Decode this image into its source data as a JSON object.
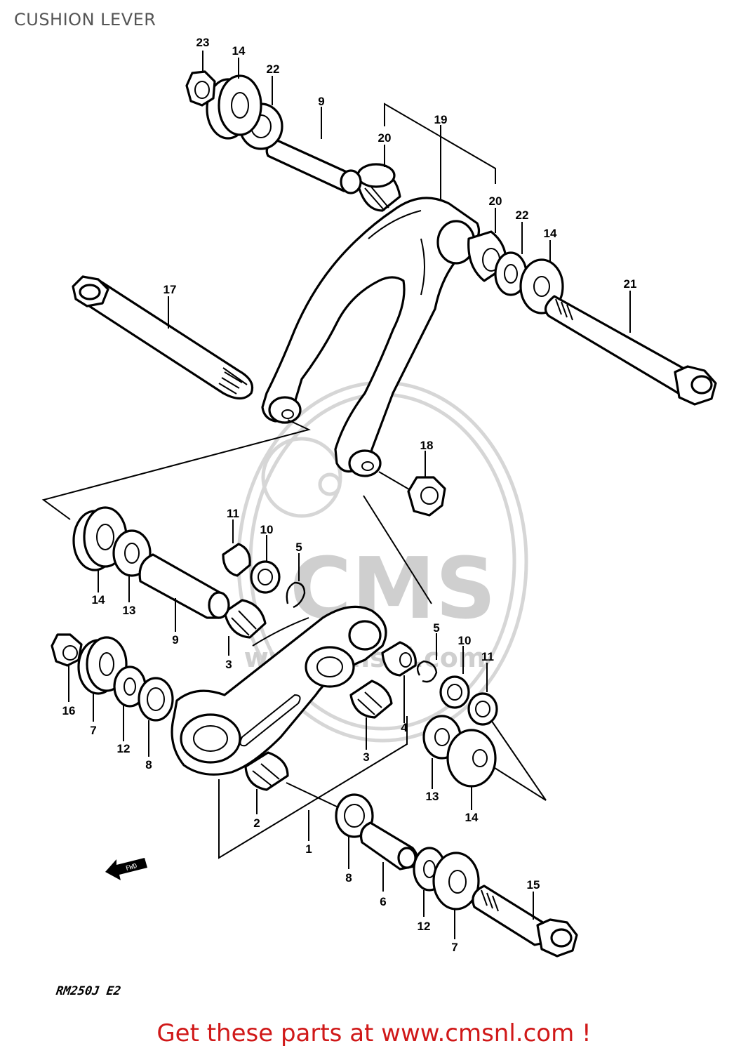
{
  "title": "CUSHION LEVER",
  "model_code": "RM250J E2",
  "cta": "Get these parts at www.cmsnl.com !",
  "watermark": {
    "brand": "CMS",
    "url": "www.cmsnl.com"
  },
  "fwd_arrow": "FWD",
  "colors": {
    "cta": "#d01818",
    "title": "#555555",
    "watermark": "#d6d6d6"
  },
  "callouts": [
    {
      "id": "c23",
      "text": "23"
    },
    {
      "id": "c14a",
      "text": "14"
    },
    {
      "id": "c22a",
      "text": "22"
    },
    {
      "id": "c9a",
      "text": "9"
    },
    {
      "id": "c20a",
      "text": "20"
    },
    {
      "id": "c19",
      "text": "19"
    },
    {
      "id": "c20b",
      "text": "20"
    },
    {
      "id": "c22b",
      "text": "22"
    },
    {
      "id": "c14b",
      "text": "14"
    },
    {
      "id": "c21",
      "text": "21"
    },
    {
      "id": "c17",
      "text": "17"
    },
    {
      "id": "c18",
      "text": "18"
    },
    {
      "id": "c11a",
      "text": "11"
    },
    {
      "id": "c10a",
      "text": "10"
    },
    {
      "id": "c5a",
      "text": "5"
    },
    {
      "id": "c14c",
      "text": "14"
    },
    {
      "id": "c13a",
      "text": "13"
    },
    {
      "id": "c9b",
      "text": "9"
    },
    {
      "id": "c3a",
      "text": "3"
    },
    {
      "id": "c5b",
      "text": "5"
    },
    {
      "id": "c10b",
      "text": "10"
    },
    {
      "id": "c11b",
      "text": "11"
    },
    {
      "id": "c16",
      "text": "16"
    },
    {
      "id": "c7a",
      "text": "7"
    },
    {
      "id": "c12a",
      "text": "12"
    },
    {
      "id": "c8a",
      "text": "8"
    },
    {
      "id": "c4",
      "text": "4"
    },
    {
      "id": "c3b",
      "text": "3"
    },
    {
      "id": "c13b",
      "text": "13"
    },
    {
      "id": "c14d",
      "text": "14"
    },
    {
      "id": "c2",
      "text": "2"
    },
    {
      "id": "c1",
      "text": "1"
    },
    {
      "id": "c8b",
      "text": "8"
    },
    {
      "id": "c6",
      "text": "6"
    },
    {
      "id": "c12b",
      "text": "12"
    },
    {
      "id": "c7b",
      "text": "7"
    },
    {
      "id": "c15",
      "text": "15"
    }
  ]
}
